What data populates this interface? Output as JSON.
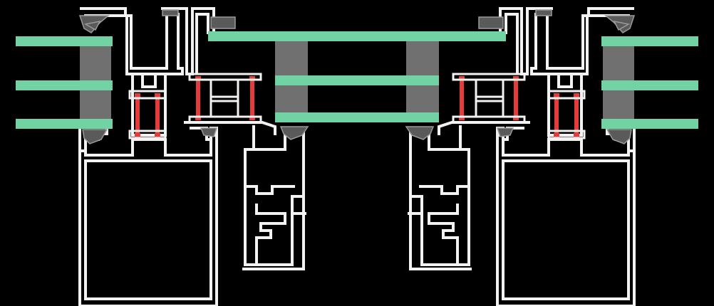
{
  "colors": {
    "background": "#000000",
    "aluminium_outline": "#f2f2f2",
    "aluminium_fill": "#000000",
    "glass": "#71d3a4",
    "spacer": "#707070",
    "thermal_break": "#e53b3b",
    "gasket": "#5a5a5a",
    "gasket_light": "#9a9a9a"
  },
  "components": {
    "left_triple_glazing": "triple-glazed-unit",
    "left_frame": "aluminium-frame-profile",
    "left_sash": "aluminium-sash-profile",
    "left_double_glazing": "double-glazed-unit",
    "right_double_glazing": "double-glazed-unit",
    "right_sash": "aluminium-sash-profile",
    "right_frame": "aluminium-frame-profile",
    "right_triple_glazing": "triple-glazed-unit"
  },
  "icons": {
    "gasket": "wedge-gasket-icon",
    "thermal_break": "polyamide-strip-icon"
  }
}
